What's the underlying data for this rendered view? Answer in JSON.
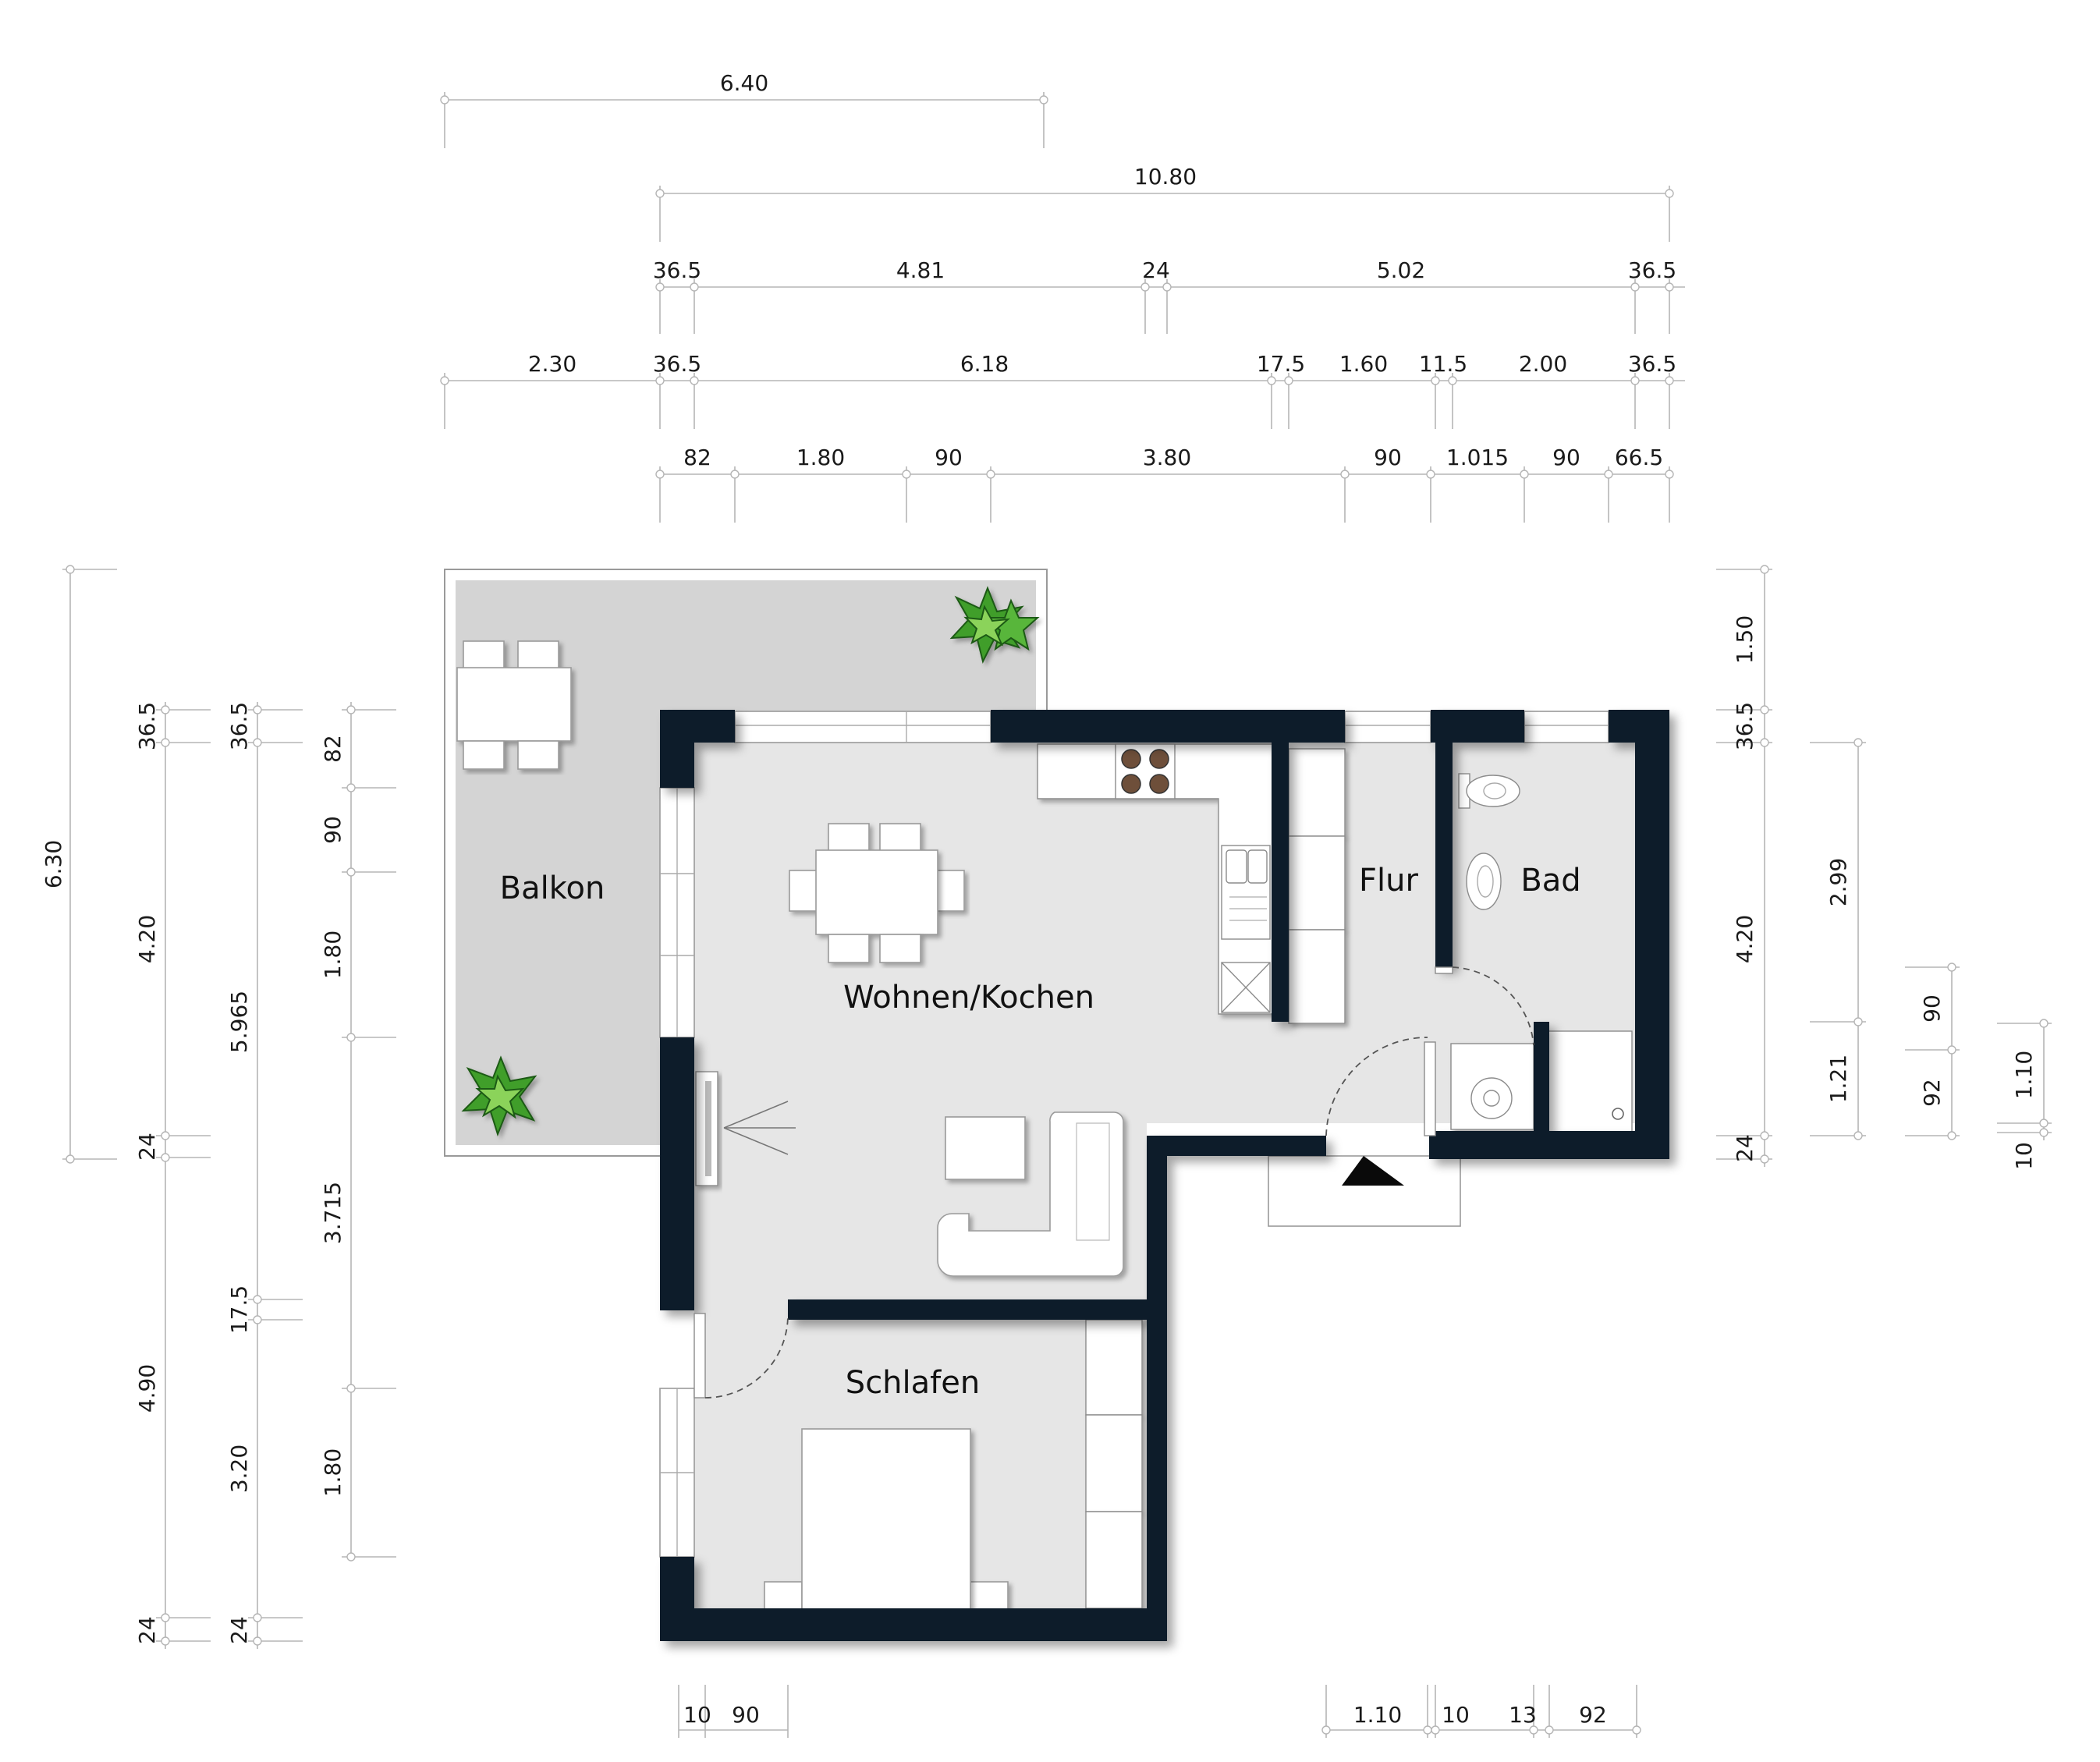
{
  "rooms": {
    "balkon": "Balkon",
    "wohnen": "Wohnen/Kochen",
    "flur": "Flur",
    "bad": "Bad",
    "schlafen": "Schlafen"
  },
  "dims_top": {
    "row1": [
      "6.40"
    ],
    "row2": [
      "10.80"
    ],
    "row3": [
      "36.5",
      "4.81",
      "24",
      "5.02",
      "36.5"
    ],
    "row4": [
      "2.30",
      "36.5",
      "6.18",
      "17.5",
      "1.60",
      "11.5",
      "2.00",
      "36.5"
    ],
    "row5": [
      "82",
      "1.80",
      "90",
      "3.80",
      "90",
      "1.015",
      "90",
      "66.5"
    ]
  },
  "dims_left": {
    "col1": [
      "6.30"
    ],
    "col2": [
      "36.5",
      "4.20",
      "24",
      "4.90",
      "24"
    ],
    "col3": [
      "36.5",
      "5.965",
      "17.5",
      "3.20",
      "24"
    ],
    "col4": [
      "82",
      "90",
      "1.80",
      "3.715",
      "1.80"
    ]
  },
  "dims_right": {
    "col1": [
      "1.50",
      "36.5",
      "4.20",
      "24"
    ],
    "col2": [
      "2.99",
      "1.21"
    ],
    "col3": [
      "90",
      "92"
    ],
    "col4": [
      "1.10",
      "10"
    ]
  },
  "dims_bottom": {
    "left": [
      "10",
      "90"
    ],
    "right": [
      "1.10",
      "10",
      "13",
      "92"
    ]
  },
  "colors": {
    "wall": "#0f1a2b",
    "floor": "#e6e6e6",
    "balcony": "#d4d4d4",
    "plant": "#3f9e2a"
  }
}
